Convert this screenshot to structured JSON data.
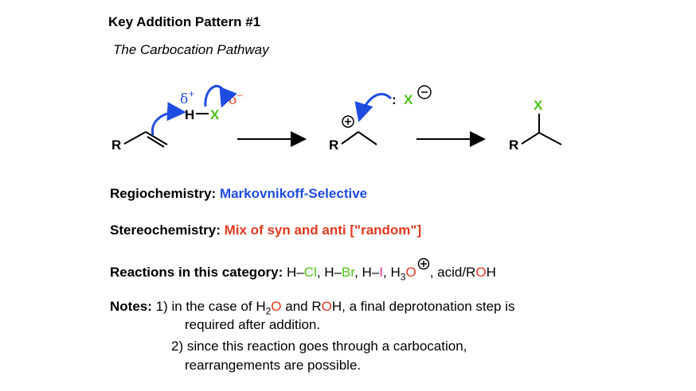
{
  "title": "Key Addition Pattern #1",
  "subtitle": "The Carbocation Pathway",
  "scheme": {
    "r_label": "R",
    "h_label": "H",
    "bond_dash": "–",
    "x_label": "X",
    "delta_plus": "δ",
    "delta_plus_sup": "+",
    "delta_minus": "δ",
    "delta_minus_sup": "–",
    "nucleophile_colon": ":",
    "nucleophile_x": "X"
  },
  "regiochemistry": {
    "label": "Regiochemistry:",
    "value": "Markovnikoff-Selective"
  },
  "stereochemistry": {
    "label": "Stereochemistry:",
    "value": "Mix of syn and anti [\"random\"]"
  },
  "reactions": {
    "label": "Reactions in this category:",
    "hcl_h": "H–",
    "hcl_x": "Cl",
    "sep1": ",",
    "hbr_h": "H–",
    "hbr_x": "Br",
    "sep2": ",",
    "hi_h": "H–",
    "hi_x": "I",
    "sep3": ",",
    "h3o_h": "H",
    "h3o_sub": "3",
    "h3o_o": "O",
    "sep4": ", acid/R",
    "roh_o": "O",
    "roh_h": "H"
  },
  "notes": {
    "label": "Notes:",
    "n1_a": "1) in the case of H",
    "n1_sub": "2",
    "n1_o": "O",
    "n1_b": " and R",
    "n1_o2": "O",
    "n1_c": "H, a final deprotonation step is",
    "n1_line2": "required after addition.",
    "n2_line1": "2) since this reaction goes through a carbocation,",
    "n2_line2": "rearrangements are possible."
  },
  "colors": {
    "blue": "#1f4ce0",
    "red": "#e03a1e",
    "green": "#4ec51a",
    "pink": "#e8359b"
  }
}
